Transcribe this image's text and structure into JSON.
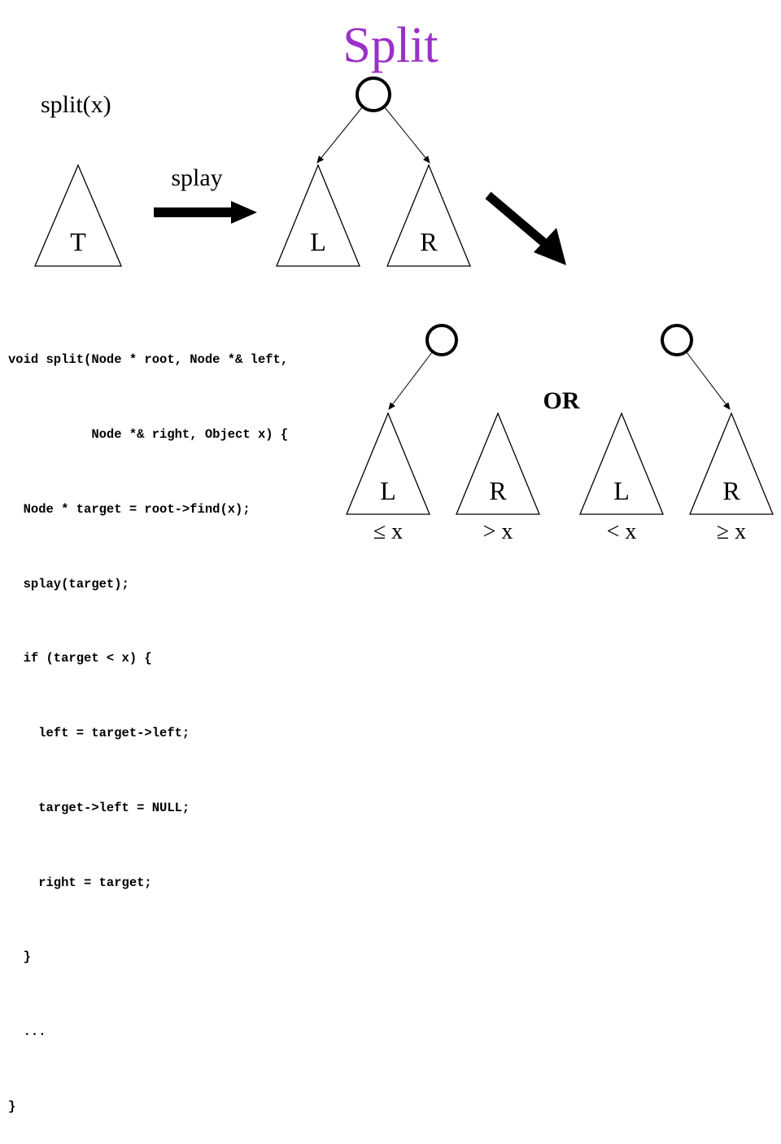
{
  "title": "Split",
  "call_label": "split(x)",
  "operation_label": "splay",
  "or_label": "OR",
  "top_tree": {
    "triangle_label": "T"
  },
  "splayed_tree": {
    "left_label": "L",
    "right_label": "R"
  },
  "option_a": {
    "left_label": "L",
    "right_label": "R",
    "left_condition": "≤ x",
    "right_condition": "> x"
  },
  "option_b": {
    "left_label": "L",
    "right_label": "R",
    "left_condition": "< x",
    "right_condition": "≥ x"
  },
  "code_lines": [
    "void split(Node * root, Node *& left,",
    "           Node *& right, Object x) {",
    "  Node * target = root->find(x);",
    "  splay(target);",
    "  if (target < x) {",
    "    left = target->left;",
    "    target->left = NULL;",
    "    right = target;",
    "  }",
    "  ...",
    "}"
  ],
  "colors": {
    "title": "#9b30c8",
    "ink": "#000000"
  }
}
